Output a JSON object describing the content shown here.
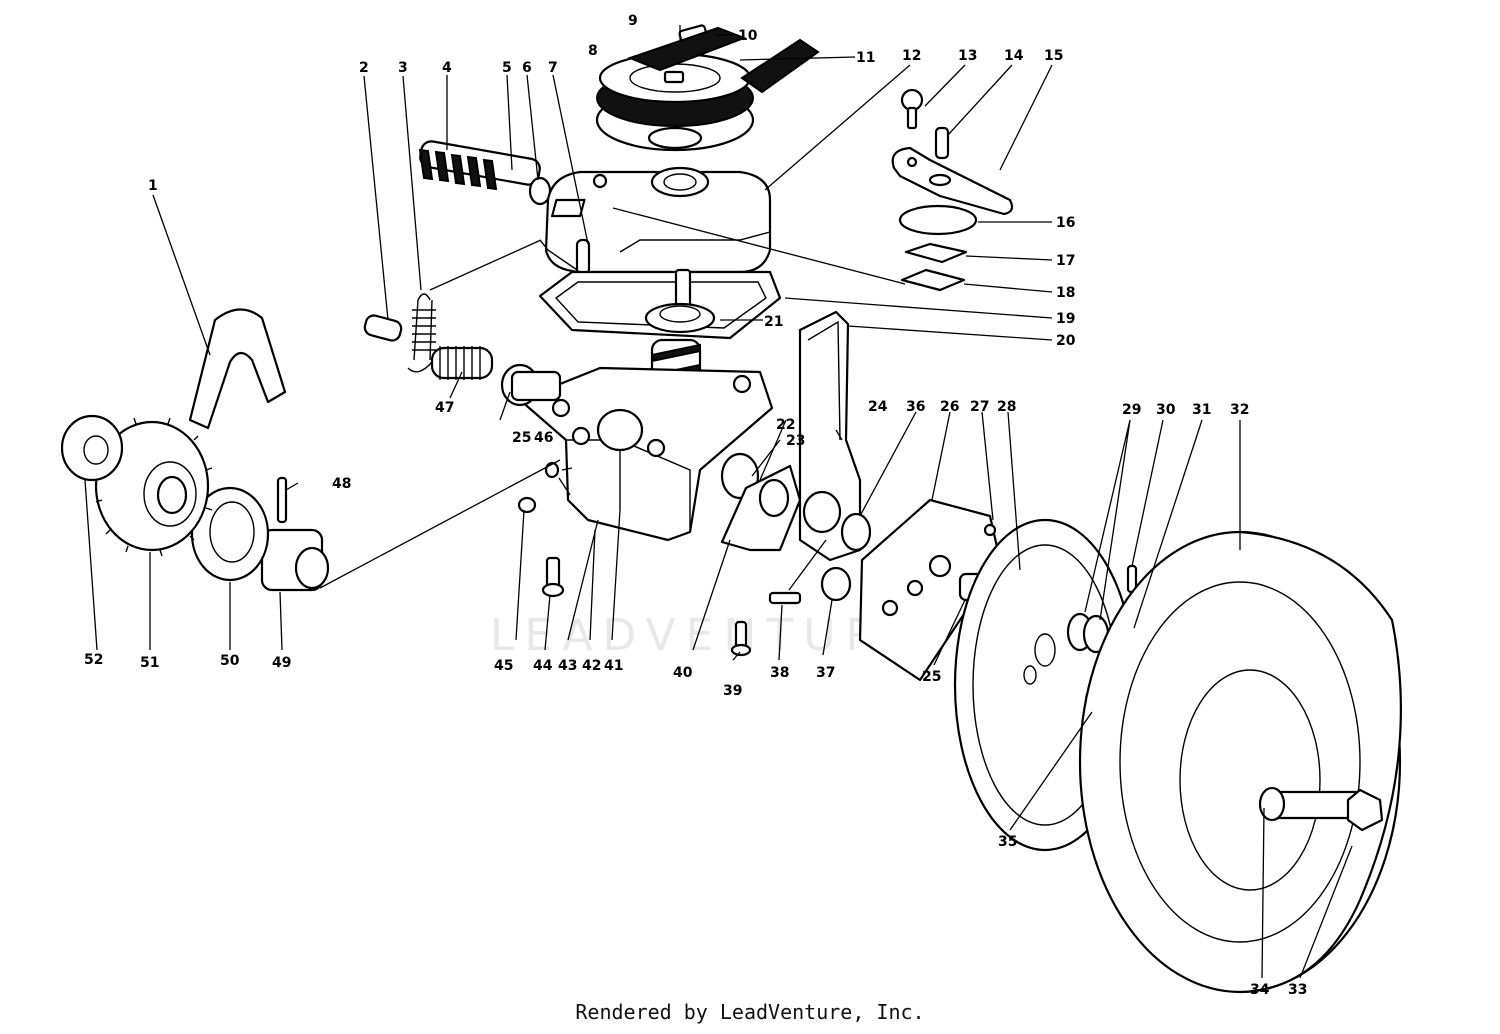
{
  "footer": "Rendered by LeadVenture, Inc.",
  "watermark": "LEADVENTURE",
  "labels": [
    "1",
    "2",
    "3",
    "4",
    "5",
    "6",
    "7",
    "8",
    "9",
    "10",
    "11",
    "12",
    "13",
    "14",
    "15",
    "16",
    "17",
    "18",
    "19",
    "20",
    "21",
    "22",
    "23",
    "24",
    "25",
    "25",
    "25",
    "26",
    "27",
    "28",
    "29",
    "30",
    "31",
    "32",
    "33",
    "34",
    "35",
    "36",
    "37",
    "38",
    "39",
    "40",
    "41",
    "42",
    "43",
    "44",
    "45",
    "46",
    "47",
    "48",
    "49",
    "50",
    "51",
    "52"
  ]
}
